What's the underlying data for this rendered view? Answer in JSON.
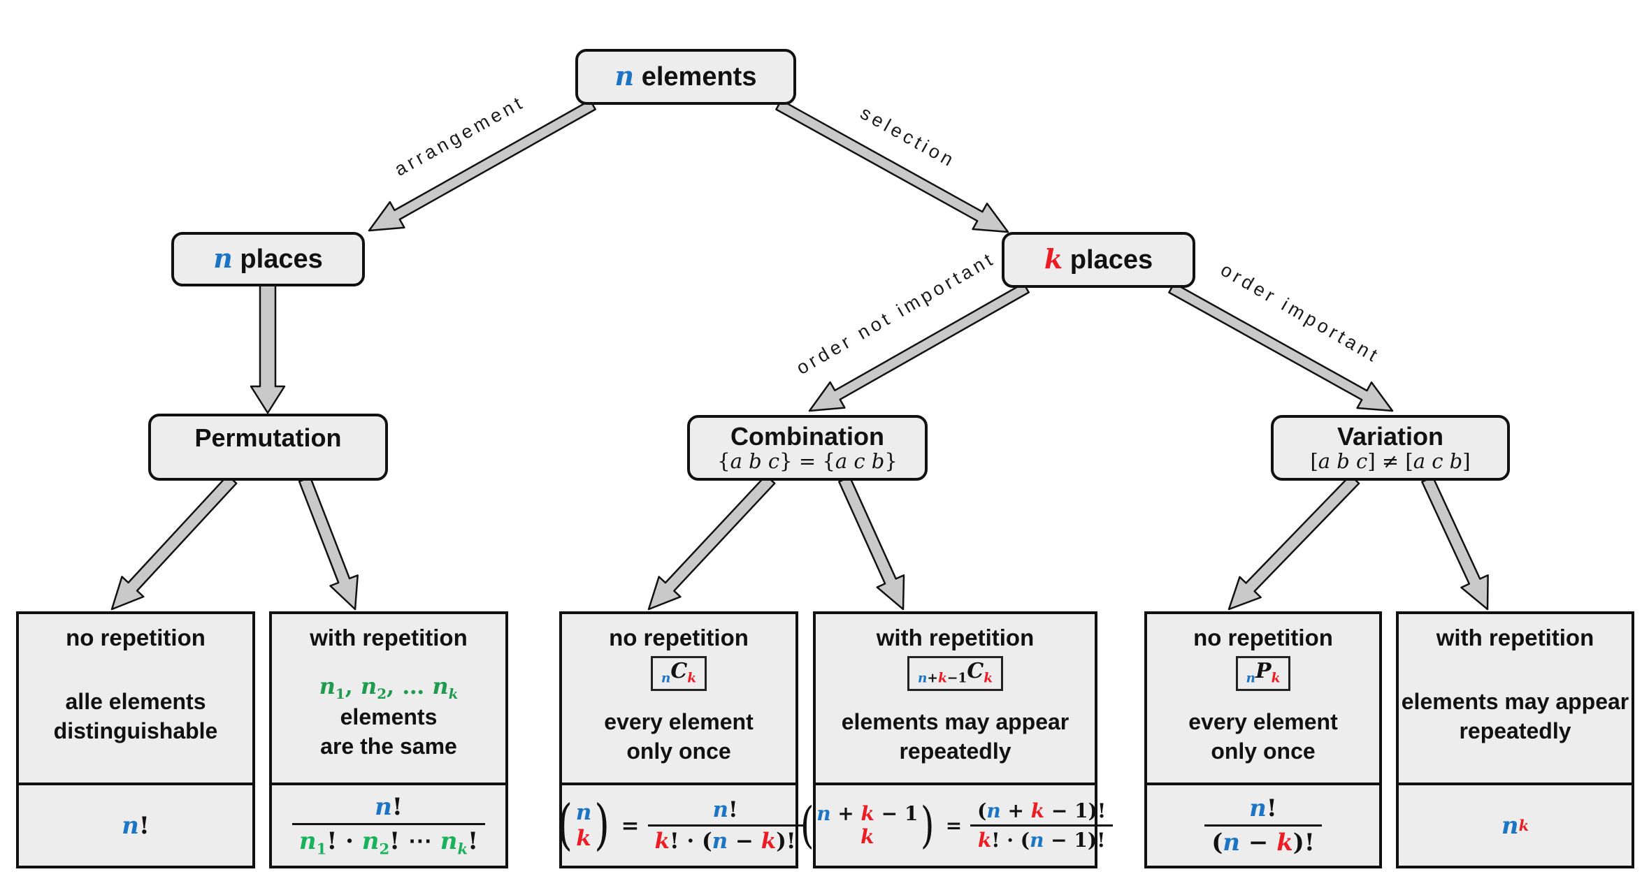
{
  "colors": {
    "b": "#1b74c4",
    "r": "#ed1c24",
    "g": "#1e9b4e",
    "g2": "#17b259",
    "box_fill": "#ededed",
    "arrow_fill": "#c9c9c9",
    "ink": "#111111"
  },
  "nodes": {
    "root": {
      "title": [
        {
          "t": "n",
          "c": "b",
          "i": 1,
          "m": 1
        },
        {
          "t": " elements"
        }
      ]
    },
    "n_places": {
      "title": [
        {
          "t": "n",
          "c": "b",
          "i": 1,
          "m": 1
        },
        {
          "t": " places"
        }
      ]
    },
    "k_places": {
      "title": [
        {
          "t": "k",
          "c": "r",
          "i": 1,
          "m": 1
        },
        {
          "t": " places"
        }
      ]
    },
    "permutation": {
      "title": [
        {
          "t": "Permutation"
        }
      ]
    },
    "combination": {
      "title": [
        {
          "t": "Combination"
        }
      ],
      "subtitle": [
        {
          "t": "{",
          "m": 1
        },
        {
          "t": "a b c",
          "m": 1,
          "i": 1
        },
        {
          "t": "} = {",
          "m": 1
        },
        {
          "t": "a c b",
          "m": 1,
          "i": 1
        },
        {
          "t": "}",
          "m": 1
        }
      ]
    },
    "variation": {
      "title": [
        {
          "t": "Variation"
        }
      ],
      "subtitle": [
        {
          "t": "[",
          "m": 1
        },
        {
          "t": "a b c",
          "m": 1,
          "i": 1
        },
        {
          "t": "] ≠ [",
          "m": 1
        },
        {
          "t": "a c b",
          "m": 1,
          "i": 1
        },
        {
          "t": "]",
          "m": 1
        }
      ]
    }
  },
  "edges": {
    "arrangement": "arrangement",
    "selection": "selection",
    "order_not_important": "order not important",
    "order_important": "order important"
  },
  "leaves": [
    {
      "heading": "no repetition",
      "desc": [
        {
          "t": "alle elements"
        },
        {
          "br": 1
        },
        {
          "t": "distinguishable"
        }
      ],
      "formula": [
        {
          "t": "n",
          "c": "b",
          "i": 1,
          "m": 1
        },
        {
          "t": "!",
          "m": 1
        }
      ]
    },
    {
      "heading": "with repetition",
      "desc": [
        {
          "t": "n",
          "c": "g",
          "i": 1,
          "m": 1
        },
        {
          "t": "1",
          "c": "g",
          "v": "sub",
          "m": 1
        },
        {
          "t": ", ",
          "c": "g",
          "m": 1
        },
        {
          "t": "n",
          "c": "g",
          "i": 1,
          "m": 1
        },
        {
          "t": "2",
          "c": "g",
          "v": "sub",
          "m": 1
        },
        {
          "t": ", … ",
          "c": "g",
          "m": 1
        },
        {
          "t": "n",
          "c": "g",
          "i": 1,
          "m": 1
        },
        {
          "t": "k",
          "c": "g",
          "i": 1,
          "v": "sub",
          "m": 1
        },
        {
          "t": " elements"
        },
        {
          "br": 1
        },
        {
          "t": "are the same"
        }
      ],
      "frac_num": [
        {
          "t": "n",
          "c": "b",
          "i": 1,
          "m": 1
        },
        {
          "t": "!",
          "m": 1
        }
      ],
      "frac_den": [
        {
          "t": "n",
          "c": "g2",
          "i": 1,
          "m": 1
        },
        {
          "t": "1",
          "c": "g2",
          "v": "sub",
          "m": 1
        },
        {
          "t": "! · ",
          "m": 1
        },
        {
          "t": "n",
          "c": "g2",
          "i": 1,
          "m": 1
        },
        {
          "t": "2",
          "c": "g2",
          "v": "sub",
          "m": 1
        },
        {
          "t": "! ⋯ ",
          "m": 1
        },
        {
          "t": "n",
          "c": "g2",
          "i": 1,
          "m": 1
        },
        {
          "t": "k",
          "c": "g2",
          "i": 1,
          "v": "sub",
          "m": 1
        },
        {
          "t": "!",
          "m": 1
        }
      ]
    },
    {
      "heading": "no repetition",
      "badge": [
        {
          "t": "n",
          "c": "b",
          "v": "sub",
          "i": 1,
          "m": 1
        },
        {
          "t": "C",
          "i": 1,
          "m": 1
        },
        {
          "t": "k",
          "c": "r",
          "v": "sub",
          "i": 1,
          "m": 1
        }
      ],
      "desc": [
        {
          "t": "every element"
        },
        {
          "br": 1
        },
        {
          "t": "only once"
        }
      ],
      "binom_top": [
        {
          "t": "n",
          "c": "b",
          "i": 1,
          "m": 1
        }
      ],
      "binom_bot": [
        {
          "t": "k",
          "c": "r",
          "i": 1,
          "m": 1
        }
      ],
      "frac_num": [
        {
          "t": "n",
          "c": "b",
          "i": 1,
          "m": 1
        },
        {
          "t": "!",
          "m": 1
        }
      ],
      "frac_den": [
        {
          "t": "k",
          "c": "r",
          "i": 1,
          "m": 1
        },
        {
          "t": "! · (",
          "m": 1
        },
        {
          "t": "n",
          "c": "b",
          "i": 1,
          "m": 1
        },
        {
          "t": " − ",
          "m": 1
        },
        {
          "t": "k",
          "c": "r",
          "i": 1,
          "m": 1
        },
        {
          "t": ")!",
          "m": 1
        }
      ]
    },
    {
      "heading": "with repetition",
      "badge": [
        {
          "t": "n",
          "c": "b",
          "v": "sub",
          "i": 1,
          "m": 1
        },
        {
          "t": "+",
          "v": "sub",
          "m": 1
        },
        {
          "t": "k",
          "c": "r",
          "v": "sub",
          "i": 1,
          "m": 1
        },
        {
          "t": "−1",
          "v": "sub",
          "m": 1
        },
        {
          "t": "C",
          "i": 1,
          "m": 1
        },
        {
          "t": "k",
          "c": "r",
          "v": "sub",
          "i": 1,
          "m": 1
        }
      ],
      "desc": [
        {
          "t": "elements may appear"
        },
        {
          "br": 1
        },
        {
          "t": "repeatedly"
        }
      ],
      "binom_top": [
        {
          "t": "n",
          "c": "b",
          "i": 1,
          "m": 1
        },
        {
          "t": " + ",
          "m": 1
        },
        {
          "t": "k",
          "c": "r",
          "i": 1,
          "m": 1
        },
        {
          "t": " − 1",
          "m": 1
        }
      ],
      "binom_bot": [
        {
          "t": "k",
          "c": "r",
          "i": 1,
          "m": 1
        }
      ],
      "frac_num": [
        {
          "t": "(",
          "m": 1
        },
        {
          "t": "n",
          "c": "b",
          "i": 1,
          "m": 1
        },
        {
          "t": " + ",
          "m": 1
        },
        {
          "t": "k",
          "c": "r",
          "i": 1,
          "m": 1
        },
        {
          "t": " − 1",
          "m": 1
        },
        {
          "t": ")!",
          "m": 1
        }
      ],
      "frac_den": [
        {
          "t": "k",
          "c": "r",
          "i": 1,
          "m": 1
        },
        {
          "t": "! · (",
          "m": 1
        },
        {
          "t": "n",
          "c": "b",
          "i": 1,
          "m": 1
        },
        {
          "t": " − 1",
          "m": 1
        },
        {
          "t": ")!",
          "m": 1
        }
      ]
    },
    {
      "heading": "no repetition",
      "badge": [
        {
          "t": "n",
          "c": "b",
          "v": "sub",
          "i": 1,
          "m": 1
        },
        {
          "t": "P",
          "i": 1,
          "m": 1
        },
        {
          "t": "k",
          "c": "r",
          "v": "sub",
          "i": 1,
          "m": 1
        }
      ],
      "desc": [
        {
          "t": "every element"
        },
        {
          "br": 1
        },
        {
          "t": "only once"
        }
      ],
      "frac_num": [
        {
          "t": "n",
          "c": "b",
          "i": 1,
          "m": 1
        },
        {
          "t": "!",
          "m": 1
        }
      ],
      "frac_den": [
        {
          "t": "(",
          "m": 1
        },
        {
          "t": "n",
          "c": "b",
          "i": 1,
          "m": 1
        },
        {
          "t": " − ",
          "m": 1
        },
        {
          "t": "k",
          "c": "r",
          "i": 1,
          "m": 1
        },
        {
          "t": ")!",
          "m": 1
        }
      ]
    },
    {
      "heading": "with repetition",
      "desc": [
        {
          "t": "elements may appear"
        },
        {
          "br": 1
        },
        {
          "t": "repeatedly"
        }
      ],
      "formula": [
        {
          "t": "n",
          "c": "b",
          "i": 1,
          "m": 1
        },
        {
          "t": "k",
          "c": "r",
          "i": 1,
          "v": "sup",
          "m": 1
        }
      ]
    }
  ]
}
